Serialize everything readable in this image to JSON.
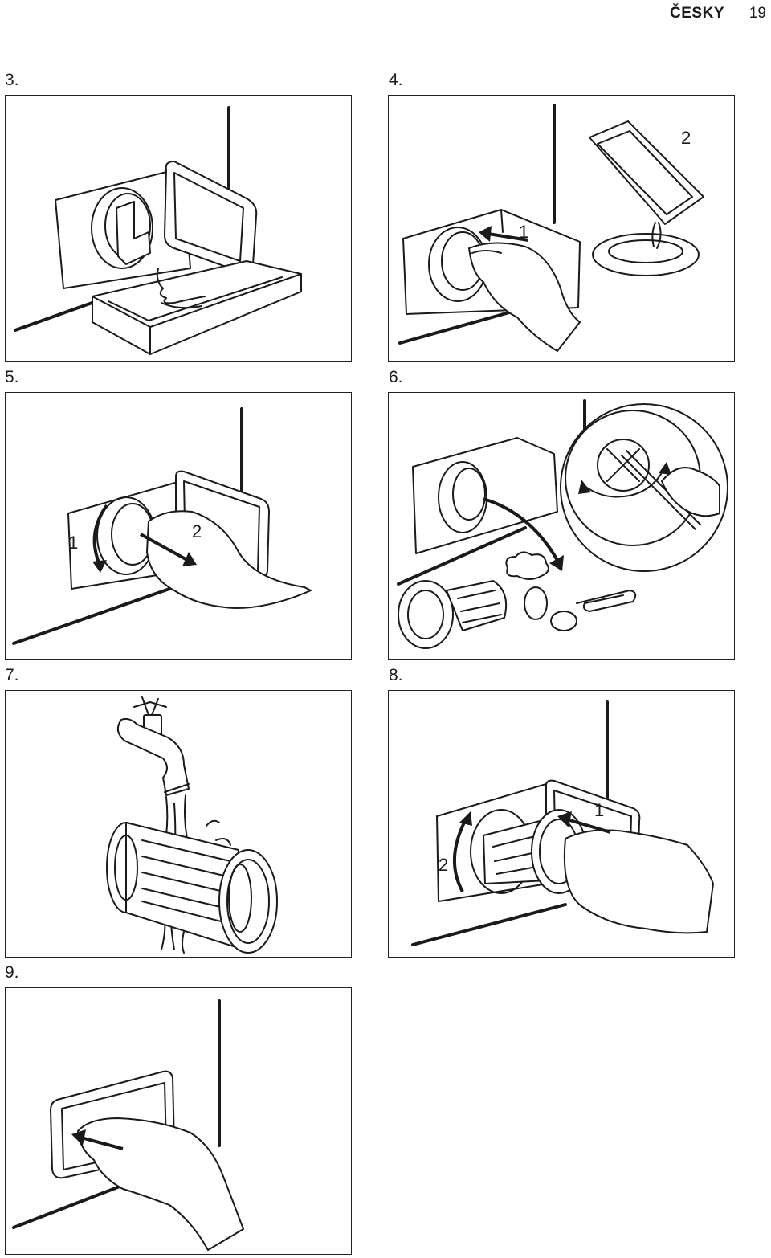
{
  "header": {
    "language": "ČESKY",
    "page_number": "19"
  },
  "steps": [
    {
      "number": "3."
    },
    {
      "number": "4.",
      "callouts": [
        "1",
        "2"
      ]
    },
    {
      "number": "5.",
      "callouts": [
        "1",
        "2"
      ]
    },
    {
      "number": "6."
    },
    {
      "number": "7."
    },
    {
      "number": "8.",
      "callouts": [
        "1",
        "2"
      ]
    },
    {
      "number": "9."
    }
  ]
}
